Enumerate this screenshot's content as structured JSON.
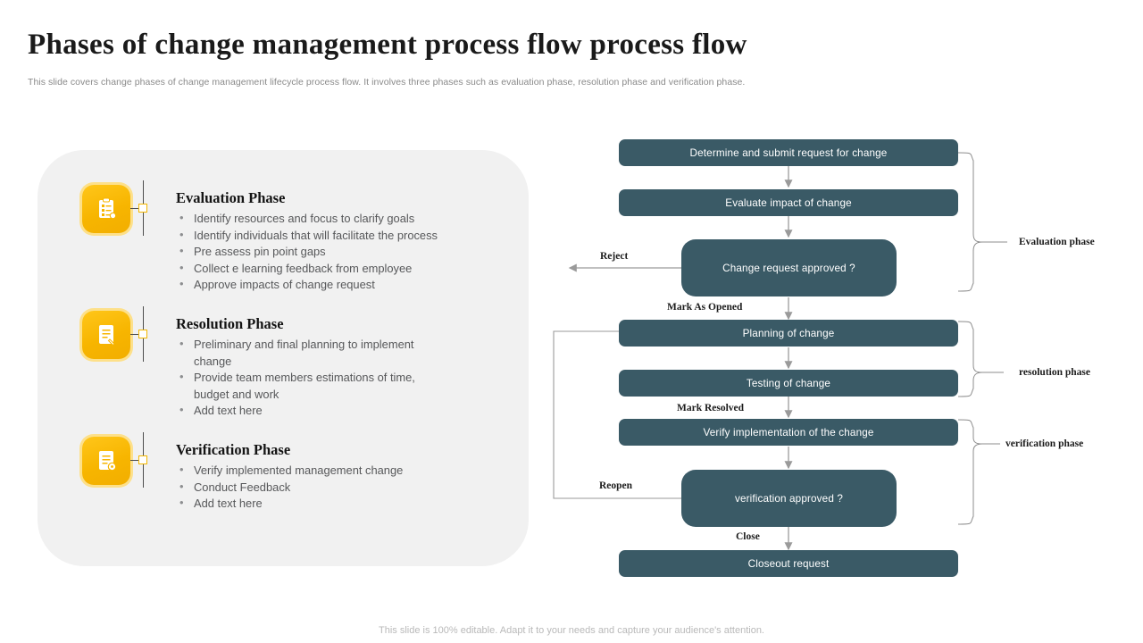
{
  "header": {
    "title": "Phases of change management process flow process flow",
    "subtitle": "This slide covers change phases of change management lifecycle process flow. It involves three phases such as evaluation phase, resolution phase and verification phase."
  },
  "left_panel": {
    "phases": [
      {
        "icon": "clipboard-checklist-icon",
        "heading": "Evaluation Phase",
        "bullets": [
          "Identify resources and focus to clarify goals",
          "Identify individuals that will facilitate the process",
          "Pre assess pin point gaps",
          "Collect e learning feedback from employee",
          "Approve impacts of change request"
        ]
      },
      {
        "icon": "document-pen-icon",
        "heading": "Resolution Phase",
        "bullets": [
          "Preliminary and final planning to implement change",
          "Provide team members estimations of time, budget and work",
          "Add text here"
        ]
      },
      {
        "icon": "document-gear-icon",
        "heading": "Verification Phase",
        "bullets": [
          "Verify implemented management change",
          "Conduct Feedback",
          "Add text here"
        ]
      }
    ]
  },
  "flowchart": {
    "nodes": [
      {
        "id": "determine",
        "label": "Determine and submit request for change",
        "shape": "process"
      },
      {
        "id": "evaluate",
        "label": "Evaluate impact of change",
        "shape": "process"
      },
      {
        "id": "approved",
        "label": "Change request approved ?",
        "shape": "decision"
      },
      {
        "id": "planning",
        "label": "Planning of change",
        "shape": "process"
      },
      {
        "id": "testing",
        "label": "Testing of change",
        "shape": "process"
      },
      {
        "id": "verify",
        "label": "Verify implementation of the change",
        "shape": "process"
      },
      {
        "id": "verified",
        "label": "verification approved ?",
        "shape": "decision"
      },
      {
        "id": "closeout",
        "label": "Closeout request",
        "shape": "process"
      }
    ],
    "edge_labels": {
      "reject": "Reject",
      "mark_as_opened": "Mark As Opened",
      "mark_resolved": "Mark Resolved",
      "reopen": "Reopen",
      "close": "Close"
    },
    "brackets": [
      {
        "id": "evaluation",
        "label": "Evaluation  phase"
      },
      {
        "id": "resolution",
        "label": "resolution phase"
      },
      {
        "id": "verification",
        "label": "verification   phase"
      }
    ]
  },
  "footer": {
    "note": "This slide is 100% editable. Adapt it to your needs and capture your audience's attention."
  },
  "colors": {
    "flow_box": "#3a5a66",
    "icon_tile": "#f7b500",
    "panel_bg": "#f1f1f1",
    "title": "#1a1a1a",
    "subtitle": "#8a8a8a"
  }
}
